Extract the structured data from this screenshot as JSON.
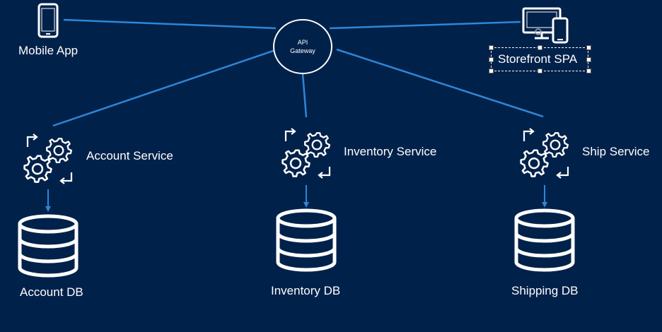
{
  "colors": {
    "background": "#00224a",
    "connector": "#2e86d8",
    "foreground": "#ffffff"
  },
  "gateway": {
    "line1": "API",
    "line2": "Gateway"
  },
  "clients": {
    "mobile": {
      "label": "Mobile App",
      "icon": "mobile-phone-icon"
    },
    "storefront": {
      "label": "Storefront SPA",
      "icon": "desktop-and-phone-icon"
    }
  },
  "services": [
    {
      "label": "Account Service",
      "icon": "gears-icon",
      "db": "Account DB",
      "db_icon": "database-icon"
    },
    {
      "label": "Inventory Service",
      "icon": "gears-icon",
      "db": "Inventory DB",
      "db_icon": "database-icon"
    },
    {
      "label": "Ship Service",
      "icon": "gears-icon",
      "db": "Shipping DB",
      "db_icon": "database-icon"
    }
  ]
}
